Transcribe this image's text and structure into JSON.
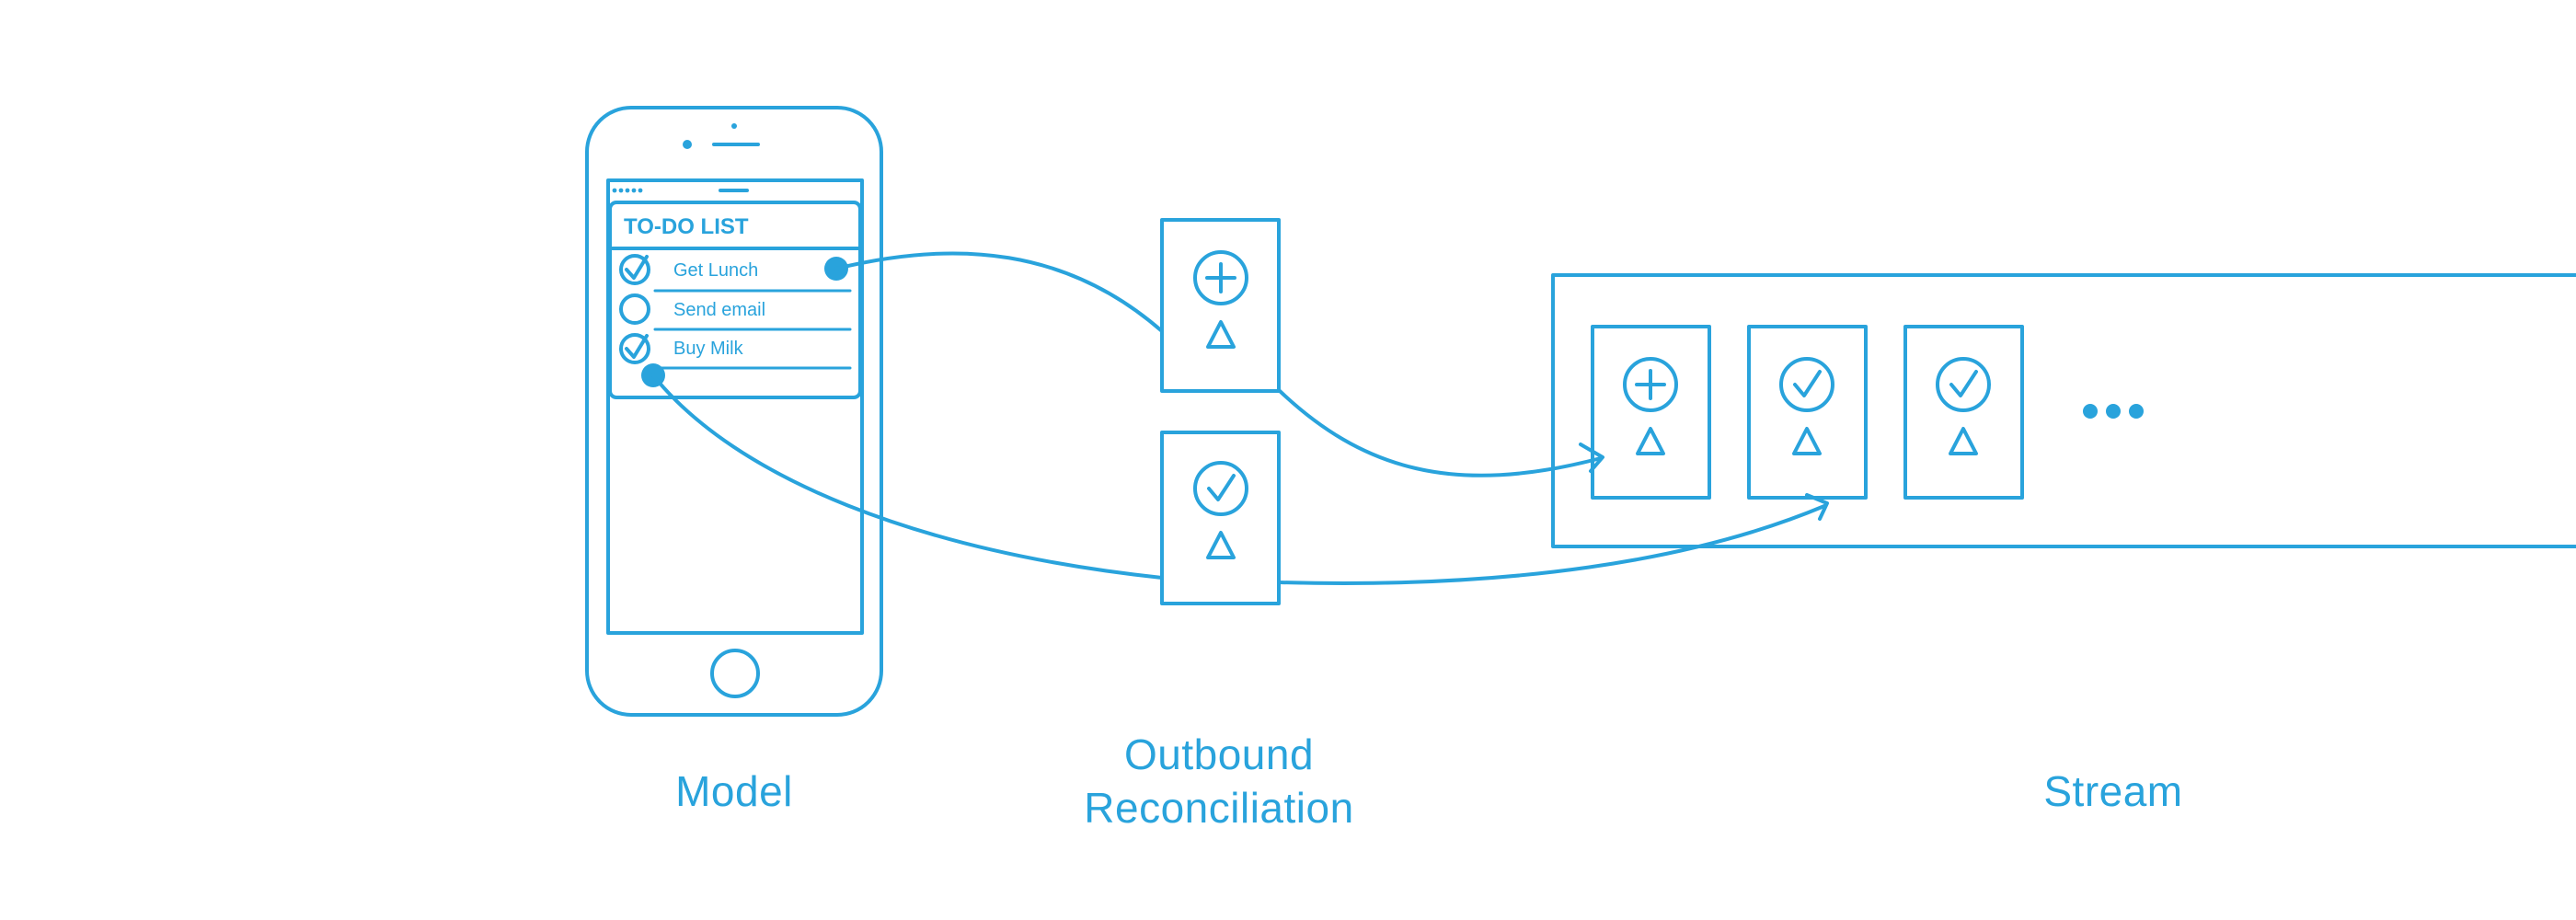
{
  "model": {
    "caption": "Model",
    "todo_title": "TO-DO LIST",
    "items": [
      {
        "label": "Get Lunch",
        "checked": true
      },
      {
        "label": "Send email",
        "checked": false
      },
      {
        "label": "Buy Milk",
        "checked": true
      }
    ]
  },
  "outbound": {
    "caption_line1": "Outbound",
    "caption_line2": "Reconciliation",
    "cards": [
      {
        "icon": "plus-circle-icon",
        "sub_icon": "delta-icon"
      },
      {
        "icon": "check-circle-icon",
        "sub_icon": "delta-icon"
      }
    ]
  },
  "stream": {
    "caption": "Stream",
    "cards": [
      {
        "icon": "plus-circle-icon",
        "sub_icon": "delta-icon"
      },
      {
        "icon": "check-circle-icon",
        "sub_icon": "delta-icon"
      },
      {
        "icon": "check-circle-icon",
        "sub_icon": "delta-icon"
      }
    ],
    "ellipsis": "more-items-icon"
  },
  "colors": {
    "accent": "#29a3dc",
    "background": "#ffffff"
  }
}
